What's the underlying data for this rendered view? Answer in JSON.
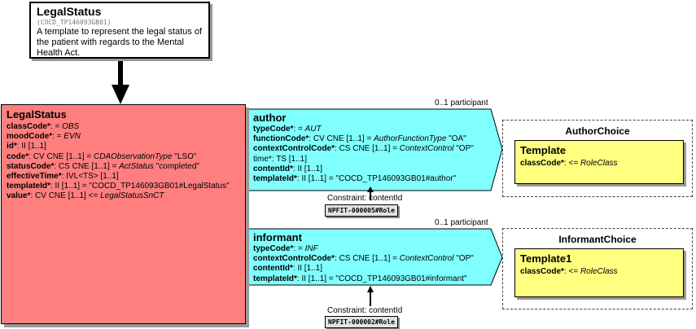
{
  "header_template": {
    "name": "LegalStatus",
    "id": "(COCD_TP146093GB01)",
    "description": "A template to represent the legal status of the patient with regards to the Mental Health Act."
  },
  "legal_status_class": {
    "name": "LegalStatus",
    "attributes": [
      {
        "label": "classCode*",
        "sep": ": = ",
        "type": "",
        "italic": "OBS",
        "tail": ""
      },
      {
        "label": "moodCode*",
        "sep": ": = ",
        "type": "",
        "italic": "EVN",
        "tail": ""
      },
      {
        "label": "id*",
        "sep": ": ",
        "type": "II [1..1]",
        "italic": "",
        "tail": ""
      },
      {
        "label": "code*",
        "sep": ": ",
        "type": "CV CNE [1..1] = ",
        "italic": "CDAObservationType",
        "tail": " \"LSO\""
      },
      {
        "label": "statusCode*",
        "sep": ": ",
        "type": "CS CNE [1..1] = ",
        "italic": "ActStatus",
        "tail": " \"completed\""
      },
      {
        "label": "effectiveTime*",
        "sep": ": ",
        "type": "IVL<TS> [1..1]",
        "italic": "",
        "tail": ""
      },
      {
        "label": "templateId*",
        "sep": ": ",
        "type": "II [1..1] = \"COCD_TP146093GB01#LegalStatus\"",
        "italic": "",
        "tail": ""
      },
      {
        "label": "value*",
        "sep": ": ",
        "type": "CV CNE [1..1] <= ",
        "italic": "LegalStatusSnCT",
        "tail": ""
      }
    ]
  },
  "author": {
    "name": "author",
    "cardinality": "0..1 participant",
    "attributes": [
      {
        "label": "typeCode*",
        "sep": ": = ",
        "type": "",
        "italic": "AUT",
        "tail": "",
        "bold": true
      },
      {
        "label": "functionCode*",
        "sep": ": ",
        "type": "CV CNE [1..1] = ",
        "italic": "AuthorFunctionType",
        "tail": " \"OA\"",
        "bold": true
      },
      {
        "label": "contextControlCode*",
        "sep": ": ",
        "type": "CS CNE [1..1] = ",
        "italic": "ContextControl",
        "tail": " \"OP\"",
        "bold": true
      },
      {
        "label": "time*",
        "sep": ": ",
        "type": "TS [1..1]",
        "italic": "",
        "tail": "",
        "bold": false
      },
      {
        "label": "contentId*",
        "sep": ": ",
        "type": "II [1..1]",
        "italic": "",
        "tail": "",
        "bold": true
      },
      {
        "label": "templateId*",
        "sep": ": ",
        "type": "II [1..1] = \"COCD_TP146093GB01#author\"",
        "italic": "",
        "tail": "",
        "bold": true
      }
    ],
    "constraint": "Constraint: contentId",
    "role": "NPFIT-000005#Role"
  },
  "informant": {
    "name": "informant",
    "cardinality": "0..1 participant",
    "attributes": [
      {
        "label": "typeCode*",
        "sep": ": = ",
        "type": "",
        "italic": "INF",
        "tail": "",
        "bold": true
      },
      {
        "label": "contextControlCode*",
        "sep": ": ",
        "type": "CS CNE [1..1] = ",
        "italic": "ContextControl",
        "tail": " \"OP\"",
        "bold": true
      },
      {
        "label": "contentId*",
        "sep": ": ",
        "type": "II [1..1]",
        "italic": "",
        "tail": "",
        "bold": true
      },
      {
        "label": "templateId*",
        "sep": ": ",
        "type": "II [1..1] = \"COCD_TP146093GB01#informant\"",
        "italic": "",
        "tail": "",
        "bold": true
      }
    ],
    "constraint": "Constraint: contentId",
    "role": "NPFIT-000002#Role"
  },
  "author_choice": {
    "title": "AuthorChoice",
    "template_name": "Template",
    "attribute": {
      "label": "classCode*",
      "sep": ": <= ",
      "italic": "RoleClass"
    }
  },
  "informant_choice": {
    "title": "InformantChoice",
    "template_name": "Template1",
    "attribute": {
      "label": "classCode*",
      "sep": ": <= ",
      "italic": "RoleClass"
    }
  },
  "colors": {
    "class_fill": "#ff7f7f",
    "participation_fill": "#80ffff",
    "template_fill": "#ffff80",
    "role_fill": "#e2e2e2"
  }
}
